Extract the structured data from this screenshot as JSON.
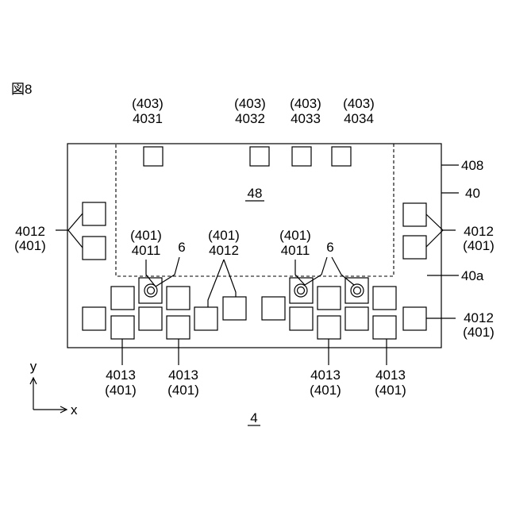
{
  "figure": {
    "label": "図8",
    "number": "4"
  },
  "region": {
    "label": "48"
  },
  "axes": {
    "y": "y",
    "x": "x"
  },
  "top_labels": [
    {
      "paren": "(403)",
      "num": "4031"
    },
    {
      "paren": "(403)",
      "num": "4032"
    },
    {
      "paren": "(403)",
      "num": "4033"
    },
    {
      "paren": "(403)",
      "num": "4034"
    }
  ],
  "right_labels": {
    "r408": "408",
    "r40": "40",
    "r40a": "40a",
    "upper": {
      "num": "4012",
      "paren": "(401)"
    },
    "lower": {
      "num": "4012",
      "paren": "(401)"
    }
  },
  "left_label": {
    "num": "4012",
    "paren": "(401)"
  },
  "inner_labels": [
    {
      "paren": "(401)",
      "num": "4011"
    },
    {
      "paren": "(401)",
      "num": "4012"
    },
    {
      "paren": "(401)",
      "num": "4011"
    }
  ],
  "six_labels": [
    "6",
    "6"
  ],
  "bottom_labels": [
    {
      "num": "4013",
      "paren": "(401)"
    },
    {
      "num": "4013",
      "paren": "(401)"
    },
    {
      "num": "4013",
      "paren": "(401)"
    },
    {
      "num": "4013",
      "paren": "(401)"
    }
  ]
}
